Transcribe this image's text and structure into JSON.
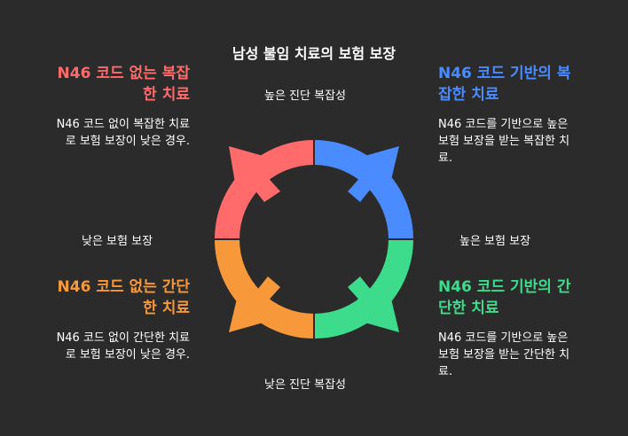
{
  "title": "남성 불임 치료의 보험 보장",
  "axes": {
    "top": "높은 진단 복잡성",
    "bottom": "낮은 진단 복잡성",
    "left": "낮은 보험 보장",
    "right": "높은 보험 보장"
  },
  "quadrants": {
    "top_left": {
      "title_line1": "N46 코드 없는 복잡",
      "title_line2": "한 치료",
      "desc_line1": "N46 코드 없이 복잡한 치료",
      "desc_line2": "로 보험 보장이 낮은 경우.",
      "color": "#ff6b6b"
    },
    "top_right": {
      "title_line1": "N46 코드 기반의 복",
      "title_line2": "잡한 치료",
      "desc_line1": "N46 코드를 기반으로 높은",
      "desc_line2": "보험 보장을 받는 복잡한 치",
      "desc_line3": "료.",
      "color": "#4a8cff"
    },
    "bottom_left": {
      "title_line1": "N46 코드 없는 간단",
      "title_line2": "한 치료",
      "desc_line1": "N46 코드 없이 간단한 치료",
      "desc_line2": "로 보험 보장이 낮은 경우.",
      "color": "#f7993a"
    },
    "bottom_right": {
      "title_line1": "N46 코드 기반의 간",
      "title_line2": "단한 치료",
      "desc_line1": "N46 코드를 기반으로 높은",
      "desc_line2": "보험 보장을 받는 간단한 치",
      "desc_line3": "료.",
      "color": "#3ddc8c"
    }
  }
}
